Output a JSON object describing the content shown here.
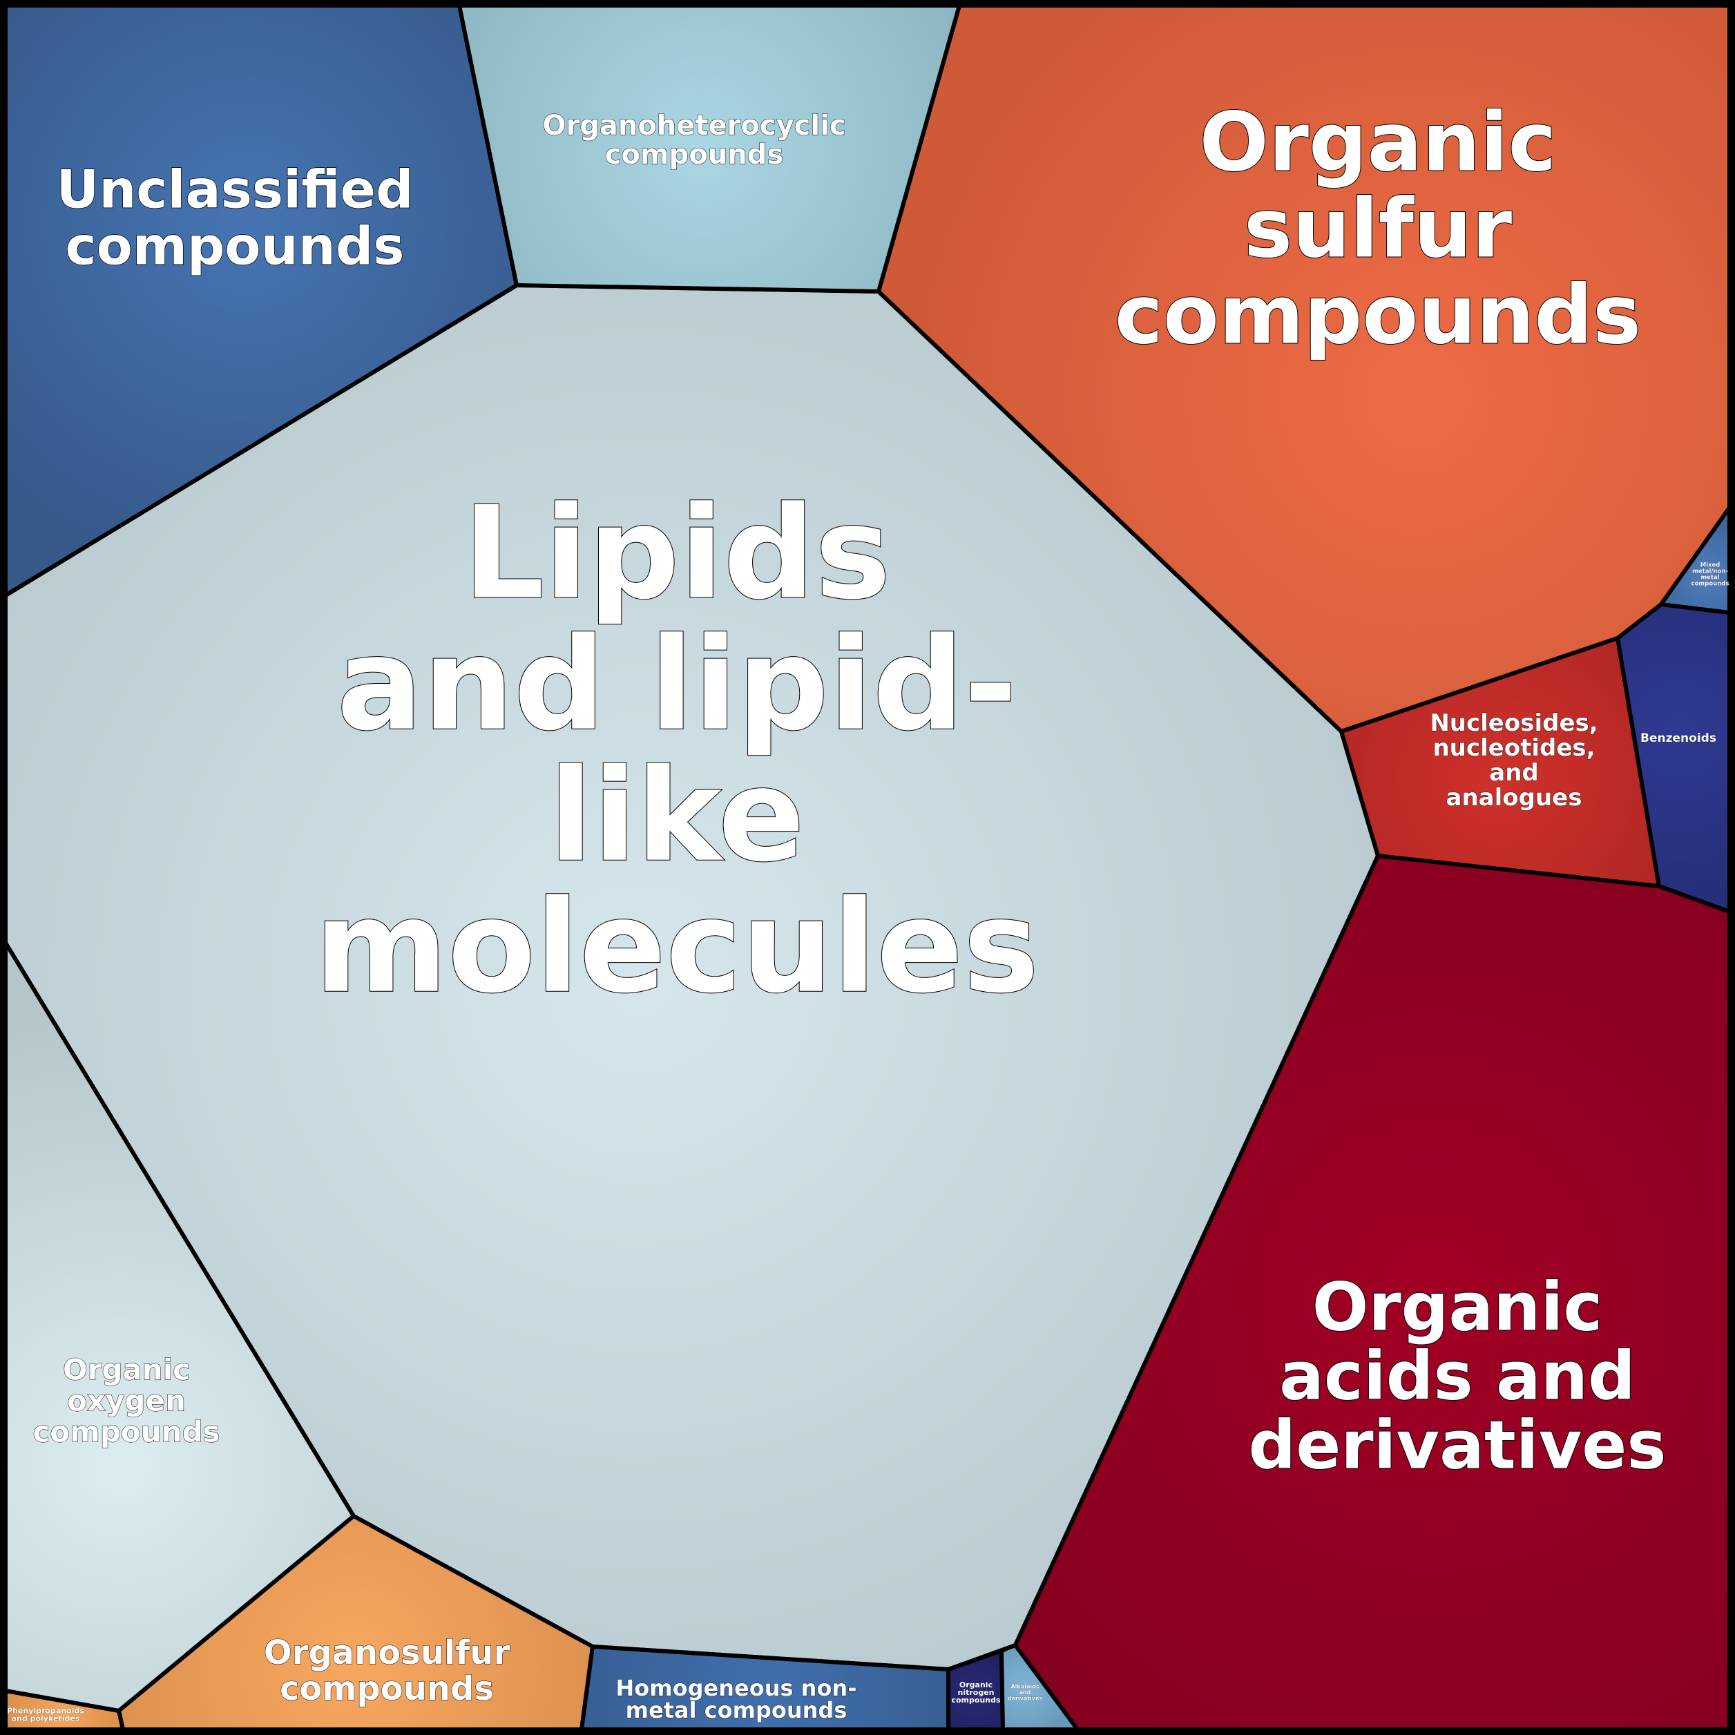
{
  "diagram": {
    "type": "voronoi-treemap",
    "cells": [
      {
        "id": "lipids",
        "label": [
          "Lipids",
          "and lipid-",
          "like",
          "molecules"
        ],
        "color": "#d5e6ec",
        "edge": "#b7c9ce"
      },
      {
        "id": "organic-sulfur",
        "label": [
          "Organic",
          "sulfur",
          "compounds"
        ],
        "color": "#ee6b45",
        "edge": "#cf5a38"
      },
      {
        "id": "organic-acids",
        "label": [
          "Organic",
          "acids and",
          "derivatives"
        ],
        "color": "#a10024",
        "edge": "#86001f"
      },
      {
        "id": "unclassified",
        "label": [
          "Unclassified",
          "compounds"
        ],
        "color": "#4675b3",
        "edge": "#36598a"
      },
      {
        "id": "organoheterocyclic",
        "label": [
          "Organoheterocyclic",
          "compounds"
        ],
        "color": "#a9d7e3",
        "edge": "#8cb4c0"
      },
      {
        "id": "organic-oxygen",
        "label": [
          "Organic",
          "oxygen",
          "compounds"
        ],
        "color": "#dcedf2",
        "edge": "#b5c6cb"
      },
      {
        "id": "organosulfur",
        "label": [
          "Organosulfur",
          "compounds"
        ],
        "color": "#f7a75f",
        "edge": "#d98e4e"
      },
      {
        "id": "homogeneous-non-metal",
        "label": [
          "Homogeneous non-",
          "metal compounds"
        ],
        "color": "#4170ae",
        "edge": "#355c8f"
      },
      {
        "id": "nucleosides",
        "label": [
          "Nucleosides,",
          "nucleotides,",
          "and",
          "analogues"
        ],
        "color": "#d0302b",
        "edge": "#b02724"
      },
      {
        "id": "benzenoids",
        "label": [
          "Benzenoids"
        ],
        "color": "#2f3a91",
        "edge": "#262d78"
      },
      {
        "id": "mixed-metal",
        "label": [
          "Mixed",
          "metal/non-",
          "metal",
          "compounds"
        ],
        "color": "#4f7cbc",
        "edge": "#3d649a"
      },
      {
        "id": "organic-nitrogen",
        "label": [
          "Organic",
          "nitrogen",
          "compounds"
        ],
        "color": "#2a2a78",
        "edge": "#20205f"
      },
      {
        "id": "alkaloids",
        "label": [
          "Alkaloids",
          "and",
          "derivatives"
        ],
        "color": "#7fb5d8",
        "edge": "#6a98b7"
      },
      {
        "id": "phenylpropanoids",
        "label": [
          "Phenylpropanoids",
          "and polyketides"
        ],
        "color": "#f6a55d",
        "edge": "#d68b48"
      }
    ]
  }
}
